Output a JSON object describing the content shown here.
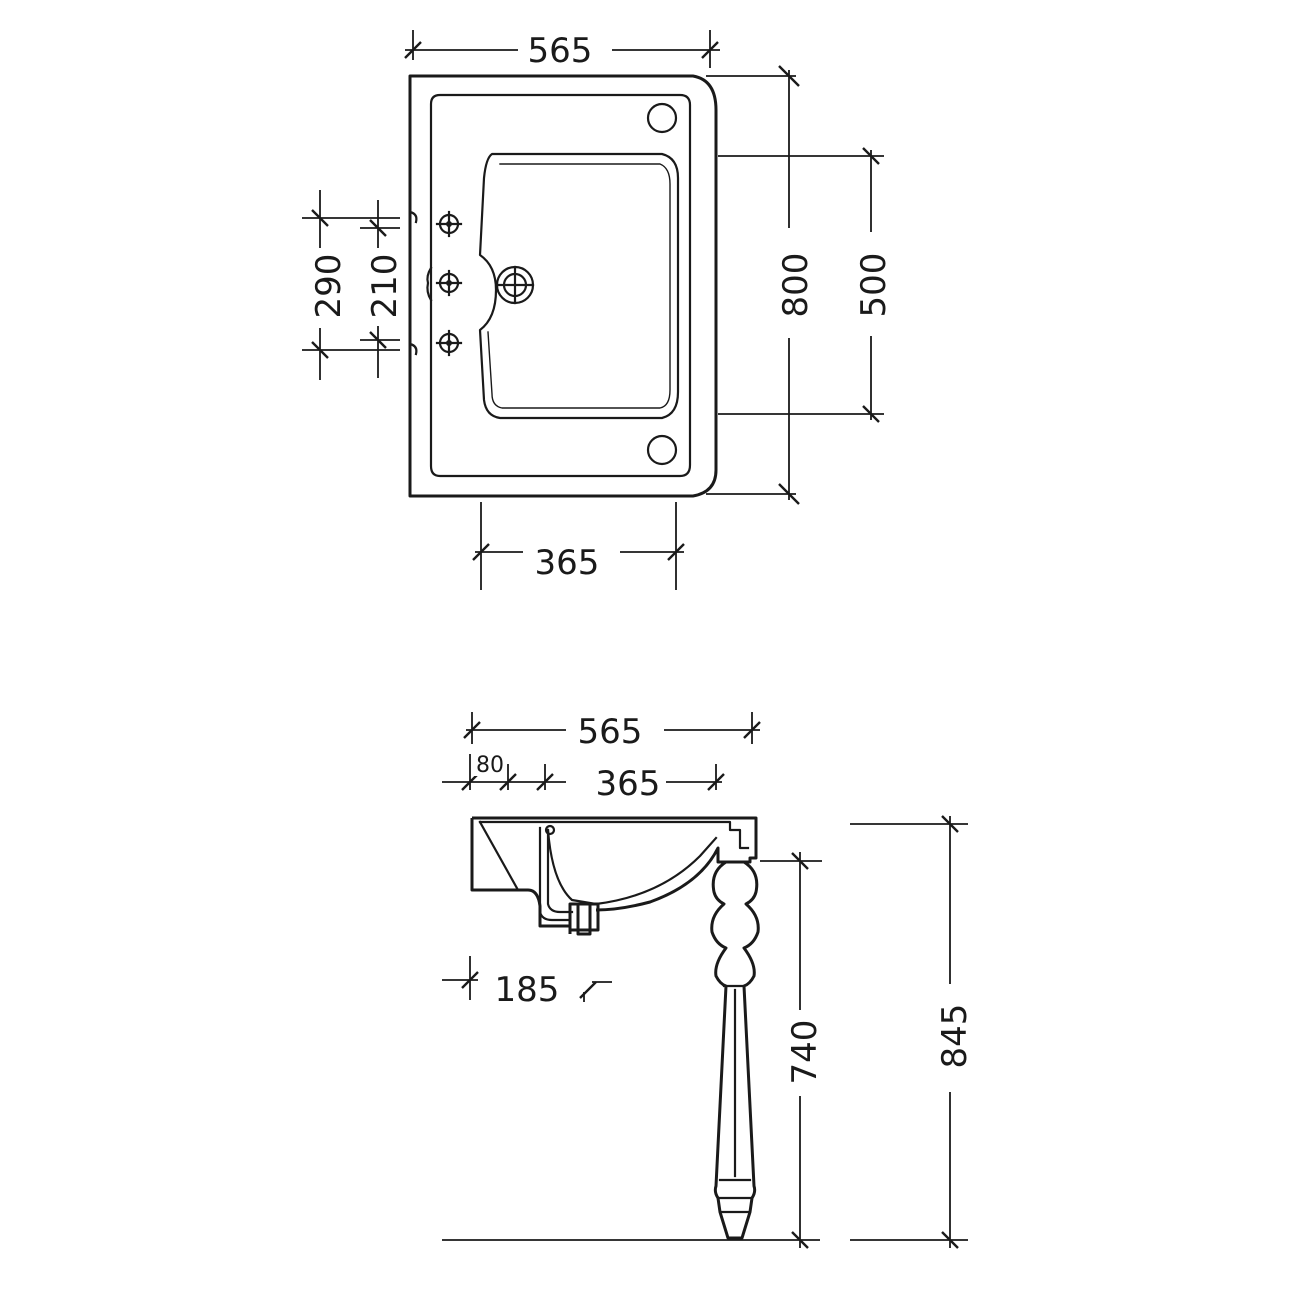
{
  "plan": {
    "width_overall": "565",
    "length_overall": "800",
    "length_basin": "500",
    "width_basin": "365",
    "tap_span_outer": "290",
    "tap_span_inner": "210"
  },
  "elevation": {
    "width_overall": "565",
    "rim_offset": "80",
    "width_basin": "365",
    "waste_offset": "185",
    "height_rim": "740",
    "height_total": "845"
  }
}
